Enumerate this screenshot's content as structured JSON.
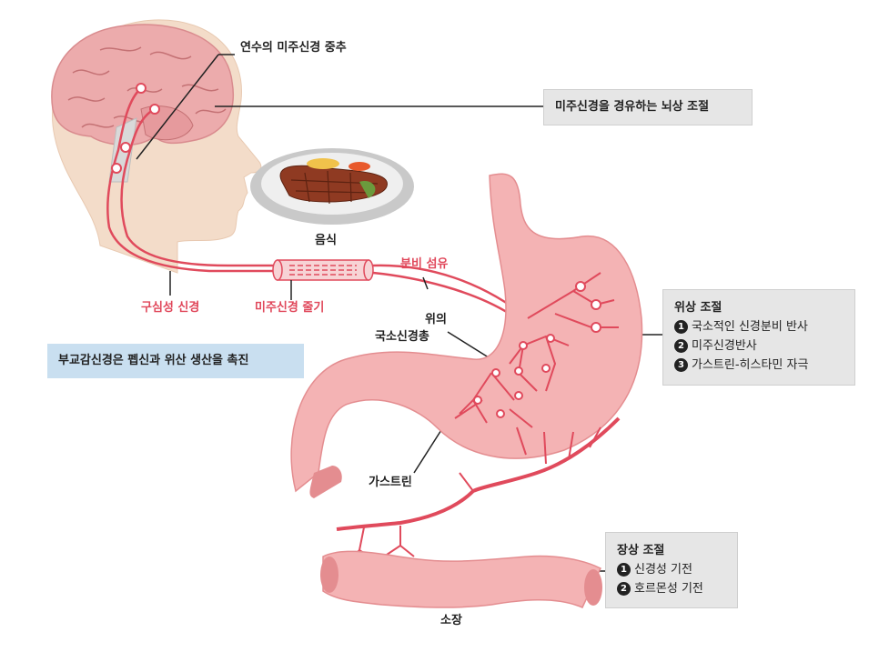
{
  "labels": {
    "medulla_center": "연수의 미주신경 중추",
    "food": "음식",
    "efferent_fiber": "분비 섬유",
    "vagus_centripetal": "구심성 신경",
    "vagus_trunk": "미주신경 줄기",
    "plexus_line1": "위의",
    "plexus_line2": "국소신경총",
    "gastrin": "가스트린",
    "small_intestine": "소장"
  },
  "brain_box": {
    "text": "미주신경을 경유하는 뇌상 조절"
  },
  "blue_box": {
    "text": "부교감신경은 펩신과 위산 생산을 촉진"
  },
  "gastric_box": {
    "title": "위상 조절",
    "items": [
      {
        "num": "1",
        "text": "국소적인 신경분비 반사"
      },
      {
        "num": "2",
        "text": "미주신경반사"
      },
      {
        "num": "3",
        "text": "가스트린-히스타민 자극"
      }
    ]
  },
  "intestinal_box": {
    "title": "장상 조절",
    "items": [
      {
        "num": "1",
        "text": "신경성 기전"
      },
      {
        "num": "2",
        "text": "호르몬성 기전"
      }
    ]
  },
  "colors": {
    "nerve": "#e04a5c",
    "tissue": "#f4b3b4",
    "tissue_dark": "#e48d90",
    "skin": "#f3dcc9",
    "box_gray": "#e6e6e6",
    "box_blue": "#c9dff0"
  }
}
